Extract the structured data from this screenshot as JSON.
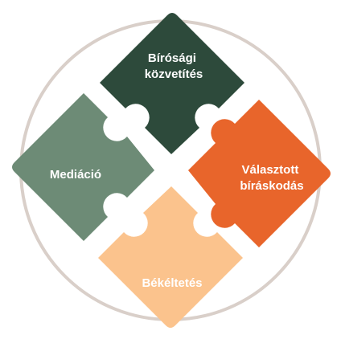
{
  "diagram": {
    "pieces": [
      {
        "id": "top",
        "lines": [
          "Bírósági",
          "közvetítés"
        ],
        "color": "#2d4a3b"
      },
      {
        "id": "left",
        "lines": [
          "Mediáció"
        ],
        "color": "#6d8b76"
      },
      {
        "id": "right",
        "lines": [
          "Választott",
          "bíráskodás"
        ],
        "color": "#e8652b"
      },
      {
        "id": "bottom",
        "lines": [
          "Békéltetés"
        ],
        "color": "#fbc38d"
      }
    ],
    "ring_color": "#d9cfc9"
  }
}
